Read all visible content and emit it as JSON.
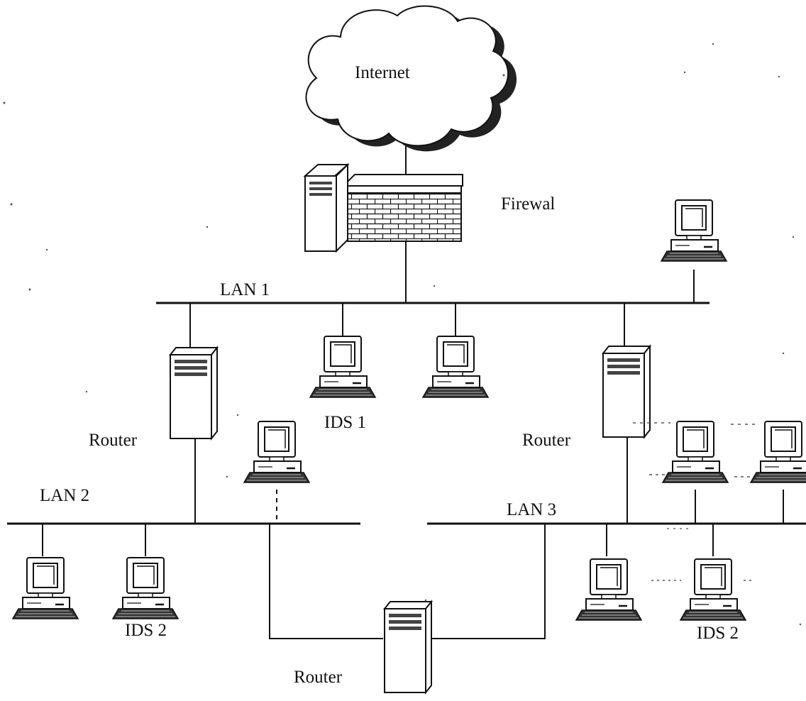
{
  "diagram": {
    "cloud_label": "Internet",
    "firewall_label": "Firewal",
    "lans": [
      "LAN 1",
      "LAN 2",
      "LAN 3"
    ],
    "routers": [
      "Router",
      "Router",
      "Router"
    ],
    "ids_labels": [
      "IDS 1",
      "IDS 2",
      "IDS 2"
    ]
  },
  "colors": {
    "ink": "#111111",
    "paper": "#ffffff"
  }
}
